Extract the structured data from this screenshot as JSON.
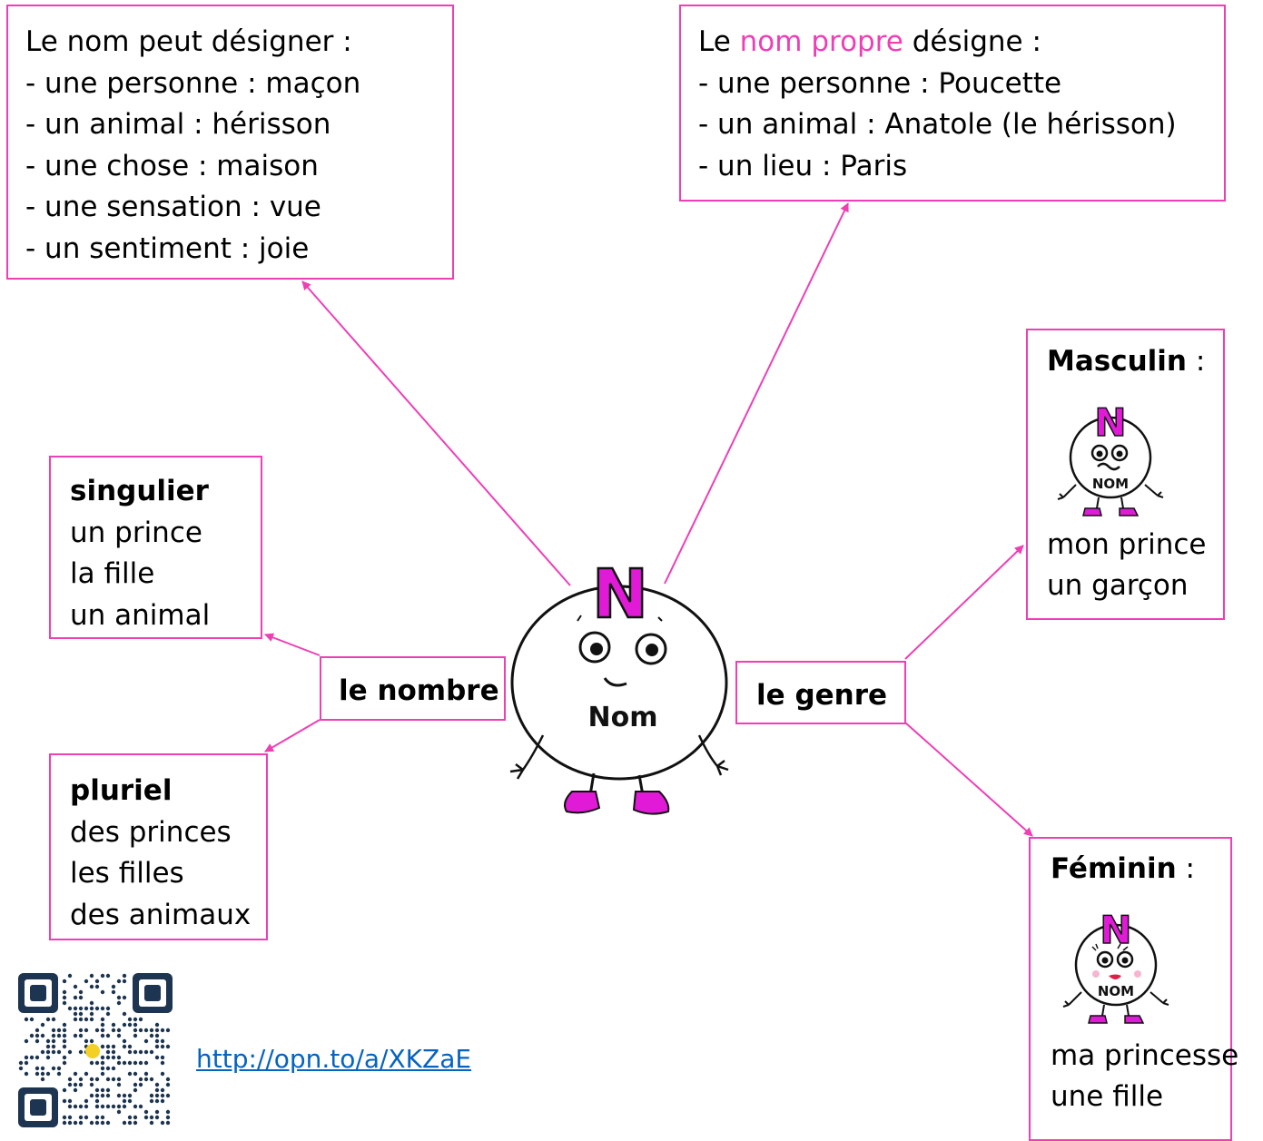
{
  "box_top_left": {
    "lines": [
      "Le nom peut désigner :",
      "- une personne : maçon",
      "- un animal : hérisson",
      "- une chose : maison",
      "- une sensation : vue",
      "- un sentiment : joie"
    ]
  },
  "box_top_right": {
    "prefix": "Le ",
    "highlight": "nom propre",
    "suffix": " désigne :",
    "lines": [
      "- une personne : Poucette",
      "- un animal : Anatole (le hérisson)",
      "- un lieu : Paris"
    ]
  },
  "singulier": {
    "title": "singulier",
    "lines": [
      "un prince",
      "la fille",
      "un animal"
    ]
  },
  "pluriel": {
    "title": "pluriel",
    "lines": [
      "des princes",
      "les filles",
      "des animaux"
    ]
  },
  "nombre_label": "le nombre",
  "genre_label": "le genre",
  "masculin": {
    "title": "Masculin",
    "colon": " :",
    "lines": [
      "mon prince",
      "un garçon"
    ],
    "figure_text": "NOM"
  },
  "feminin": {
    "title": "Féminin",
    "colon": " :",
    "lines": [
      "ma princesse",
      "une fille"
    ],
    "figure_text": "NOM"
  },
  "center_figure": {
    "letter": "N",
    "label": "Nom"
  },
  "masculin_figure_letter": "N",
  "feminin_figure_letter": "N",
  "link": "http://opn.to/a/XKZaE",
  "colors": {
    "accent": "#ee3fb5",
    "shoe": "#e01ad6",
    "link": "#0563c1",
    "qr": "#1d3550"
  }
}
